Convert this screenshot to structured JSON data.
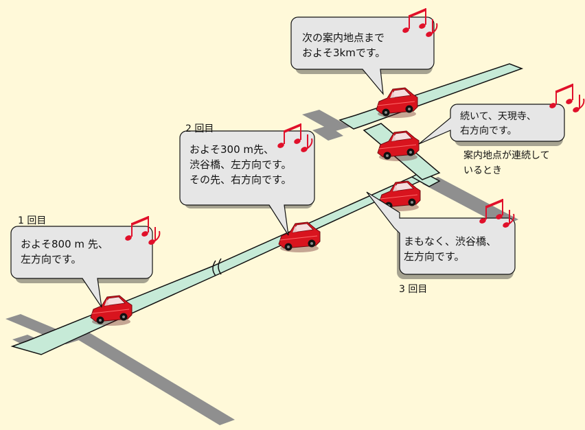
{
  "colors": {
    "background": "#fff9d9",
    "road_gray": "#8f8f8f",
    "route_green": "#c6ead7",
    "car_red": "#d8141e",
    "bubble_fill": "#e6e6e6",
    "note_red": "#e0102a"
  },
  "labels": {
    "first": "1 回目",
    "second": "2 回目",
    "third": "3 回目",
    "consecutive": "案内地点が連続して\nいるとき"
  },
  "bubbles": {
    "first": "およそ800 m 先、\n左方向です。",
    "second": "およそ300 m先、\n渋谷橋、左方向です。\nその先、右方向です。",
    "third": "まもなく、渋谷橋、\n左方向です。",
    "next": "次の案内地点まで\nおよそ3kmです。",
    "consecutive": "続いて、天現寺、\n右方向です。"
  },
  "icons": {
    "car": "car-icon",
    "music": "music-note-icon"
  }
}
